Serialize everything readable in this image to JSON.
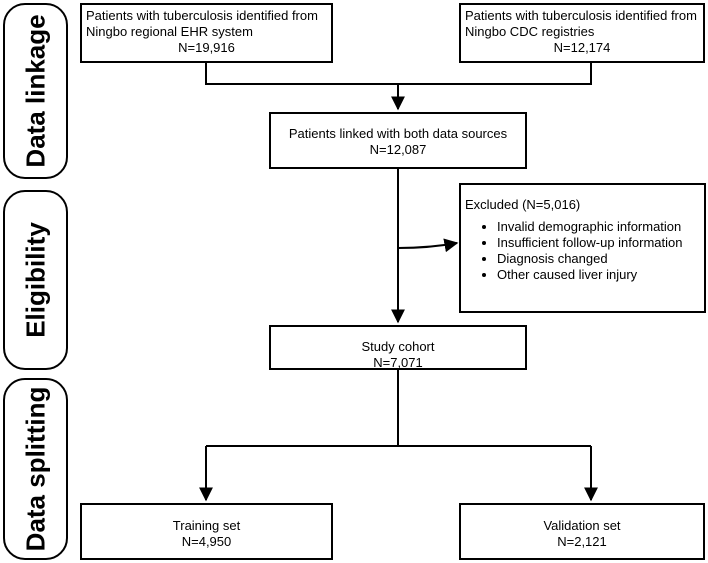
{
  "stages": {
    "linkage": "Data linkage",
    "eligibility": "Eligibility",
    "splitting": "Data splitting"
  },
  "boxes": {
    "ehr": {
      "line1": "Patients with tuberculosis identified from",
      "line2": "Ningbo regional EHR system",
      "n": "N=19,916"
    },
    "cdc": {
      "line1": "Patients with tuberculosis identified from",
      "line2": "Ningbo CDC registries",
      "n": "N=12,174"
    },
    "linked": {
      "line1": "Patients linked with both data sources",
      "n": "N=12,087"
    },
    "excluded": {
      "title": "Excluded (N=5,016)",
      "items": [
        "Invalid demographic information",
        "Insufficient follow-up information",
        "Diagnosis changed",
        "Other caused liver injury"
      ]
    },
    "cohort": {
      "line1": "Study cohort",
      "n": "N=7,071"
    },
    "training": {
      "line1": "Training set",
      "n": "N=4,950"
    },
    "validation": {
      "line1": "Validation set",
      "n": "N=2,121"
    }
  }
}
